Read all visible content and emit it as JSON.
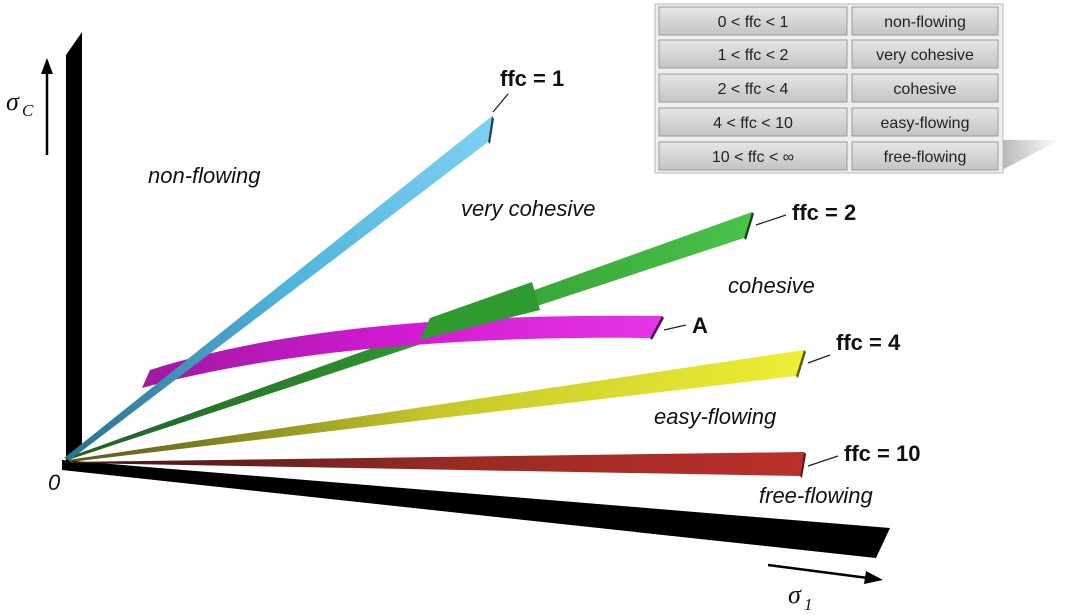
{
  "axes": {
    "y_symbol": "σ",
    "y_subscript": "C",
    "x_symbol": "σ",
    "x_subscript": "1",
    "origin": "0"
  },
  "regions": [
    {
      "label": "non-flowing"
    },
    {
      "label": "very cohesive"
    },
    {
      "label": "cohesive"
    },
    {
      "label": "easy-flowing"
    },
    {
      "label": "free-flowing"
    }
  ],
  "lines": [
    {
      "label": "ffc = 1",
      "color": "#4fb3dc"
    },
    {
      "label": "ffc = 2",
      "color": "#3aa83a"
    },
    {
      "label": "A",
      "color": "#d61bd6"
    },
    {
      "label": "ffc = 4",
      "color": "#e1e12a"
    },
    {
      "label": "ffc = 10",
      "color": "#b82c26"
    }
  ],
  "legend_table": [
    {
      "range": "0 < ffc < 1",
      "category": "non-flowing"
    },
    {
      "range": "1 < ffc < 2",
      "category": "very cohesive"
    },
    {
      "range": "2 < ffc < 4",
      "category": "cohesive"
    },
    {
      "range": "4 < ffc < 10",
      "category": "easy-flowing"
    },
    {
      "range": "10 < ffc < ∞",
      "category": "free-flowing"
    }
  ]
}
